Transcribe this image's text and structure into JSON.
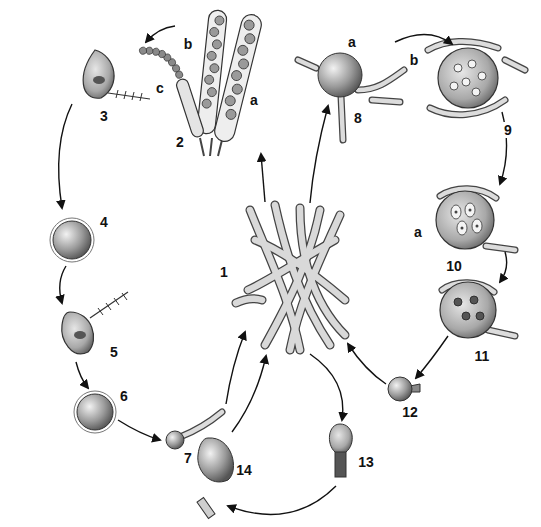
{
  "diagram": {
    "labels": [
      "b",
      "c",
      "a",
      "2",
      "3",
      "4",
      "5",
      "6",
      "7",
      "1",
      "a",
      "8",
      "b",
      "9",
      "a",
      "10",
      "11",
      "12",
      "13",
      "14"
    ]
  }
}
